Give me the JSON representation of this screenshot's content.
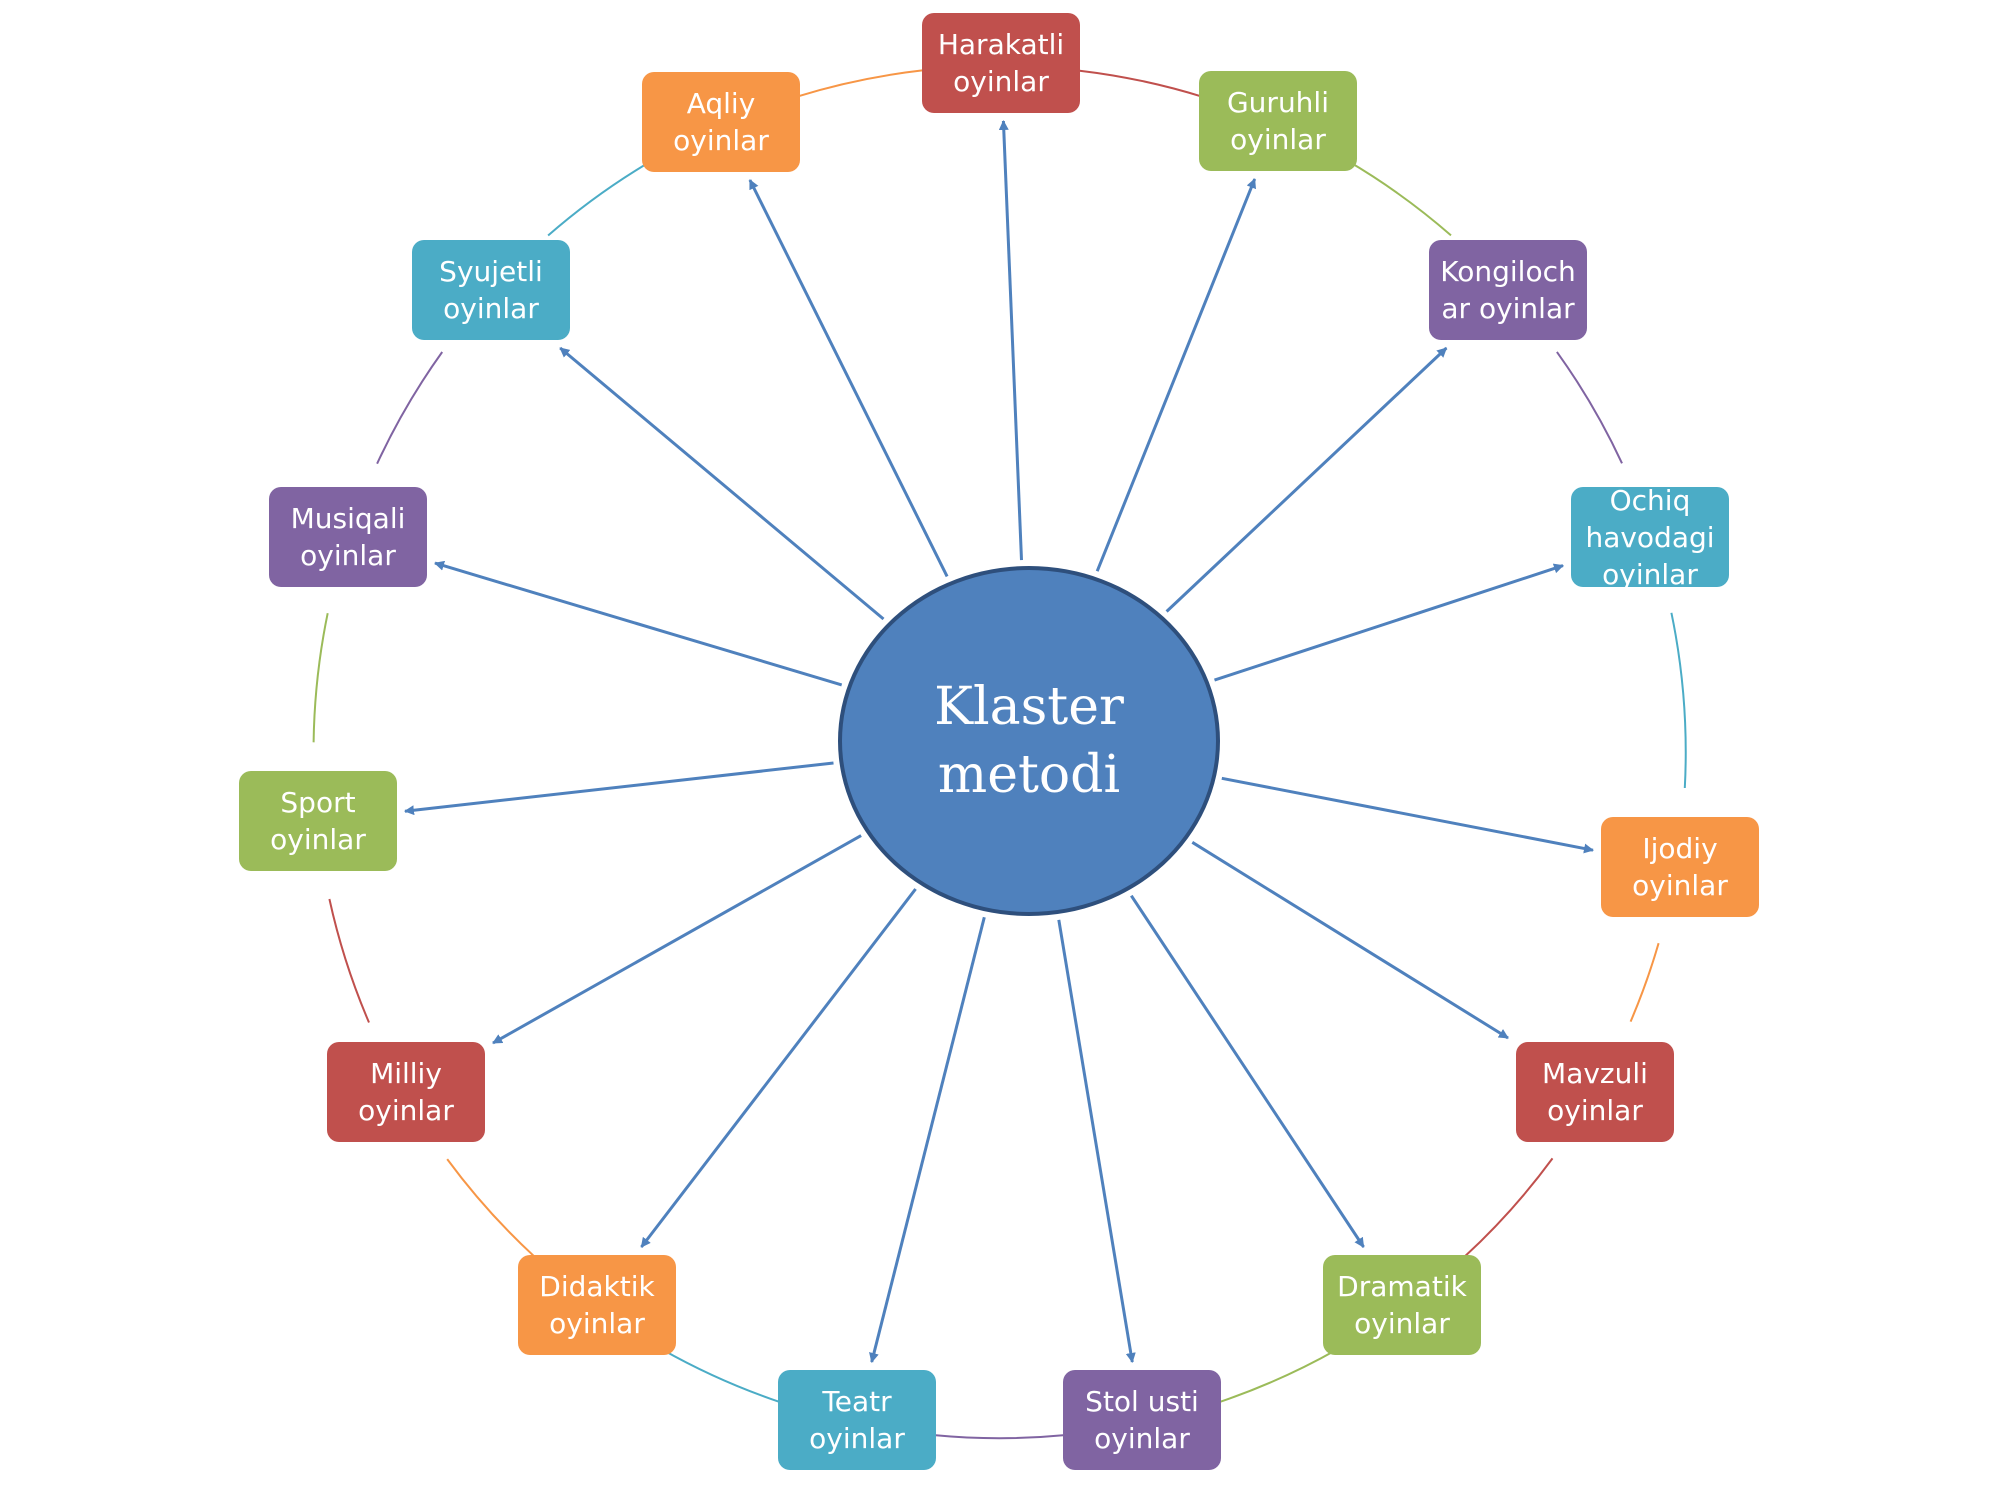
{
  "center": {
    "label": "Klaster\nmetodi",
    "color": "#4f81bd"
  },
  "nodes": [
    {
      "id": "harakatli",
      "label": "Harakatli\noyinlar",
      "color": "#c0504d"
    },
    {
      "id": "guruhli",
      "label": "Guruhli\noyinlar",
      "color": "#9bbb59"
    },
    {
      "id": "kongilochar",
      "label": "Kongiloch\nar oyinlar",
      "color": "#8064a2"
    },
    {
      "id": "ochiq-havodagi",
      "label": "Ochiq\nhavodagi\noyinlar",
      "color": "#4bacc6"
    },
    {
      "id": "ijodiy",
      "label": "Ijodiy\noyinlar",
      "color": "#f79646"
    },
    {
      "id": "mavzuli",
      "label": "Mavzuli\noyinlar",
      "color": "#c0504d"
    },
    {
      "id": "dramatik",
      "label": "Dramatik\noyinlar",
      "color": "#9bbb59"
    },
    {
      "id": "stol-usti",
      "label": "Stol usti\noyinlar",
      "color": "#8064a2"
    },
    {
      "id": "teatr",
      "label": "Teatr\noyinlar",
      "color": "#4bacc6"
    },
    {
      "id": "didaktik",
      "label": "Didaktik\noyinlar",
      "color": "#f79646"
    },
    {
      "id": "milliy",
      "label": "Milliy\noyinlar",
      "color": "#c0504d"
    },
    {
      "id": "sport",
      "label": "Sport\noyinlar",
      "color": "#9bbb59"
    },
    {
      "id": "musiqali",
      "label": "Musiqali\noyinlar",
      "color": "#8064a2"
    },
    {
      "id": "syujetli",
      "label": "Syujetli\noyinlar",
      "color": "#4bacc6"
    },
    {
      "id": "aqliy",
      "label": "Aqliy\noyinlar",
      "color": "#f79646"
    }
  ],
  "arrow_color": "#4f81bd"
}
